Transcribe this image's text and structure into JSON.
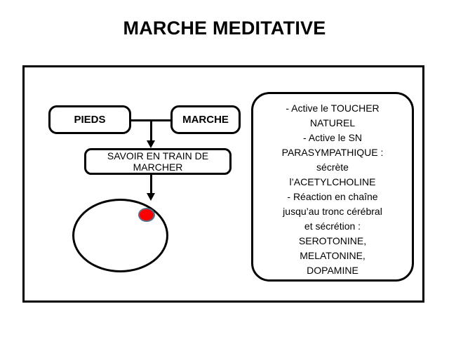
{
  "slide": {
    "title": "MARCHE MEDITATIVE",
    "background_color": "#ffffff",
    "frame_border_color": "#000000"
  },
  "flow": {
    "boxes": [
      {
        "id": "pieds",
        "label": "PIEDS"
      },
      {
        "id": "marche",
        "label": "MARCHE"
      },
      {
        "id": "savoir",
        "label": "SAVOIR EN TRAIN DE MARCHER"
      }
    ],
    "shapes": [
      {
        "id": "body-ellipse",
        "name": "ellipse",
        "fill": "#ffffff",
        "stroke": "#000000"
      },
      {
        "id": "focus-dot",
        "name": "red-dot",
        "fill": "#ff0000",
        "stroke": "#5a6e8c"
      }
    ]
  },
  "info_panel": {
    "lines": [
      "- Active le TOUCHER",
      "NATUREL",
      "- Active le SN",
      "PARASYMPATHIQUE :",
      "sécrète",
      "l’ACETYLCHOLINE",
      "- Réaction en chaîne",
      "jusqu’au tronc cérébral",
      "et sécrétion :",
      "SEROTONINE,",
      "MELATONINE,",
      "DOPAMINE"
    ]
  }
}
